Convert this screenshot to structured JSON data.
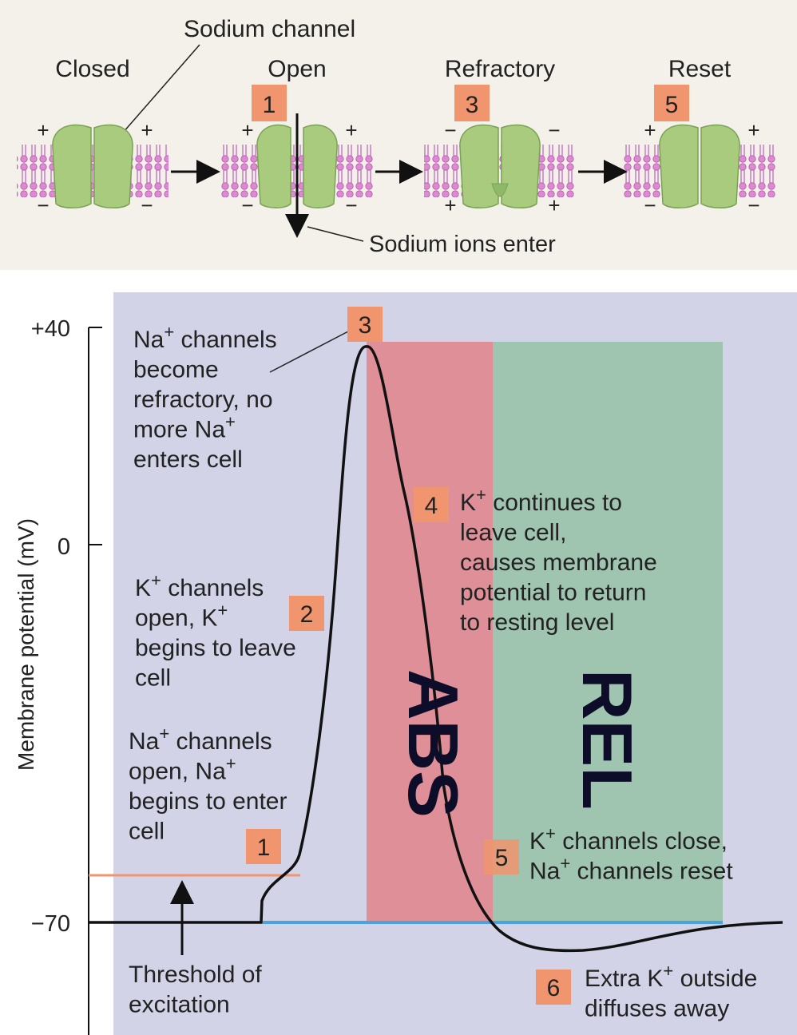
{
  "channel_panel": {
    "title": "Sodium channel",
    "stages": [
      {
        "label": "Closed",
        "badge": "",
        "top_left": "+",
        "top_right": "+",
        "bottom_left": "−",
        "bottom_right": "−"
      },
      {
        "label": "Open",
        "badge": "1",
        "top_left": "+",
        "top_right": "+",
        "bottom_left": "−",
        "bottom_right": "−"
      },
      {
        "label": "Refractory",
        "badge": "3",
        "top_left": "−",
        "top_right": "−",
        "bottom_left": "+",
        "bottom_right": "+"
      },
      {
        "label": "Reset",
        "badge": "5",
        "top_left": "+",
        "top_right": "+",
        "bottom_left": "−",
        "bottom_right": "−"
      }
    ],
    "ions_label": "Sodium ions enter"
  },
  "graph": {
    "ylabel": "Membrane potential (mV)",
    "ticks": [
      "+40",
      "0",
      "−70"
    ],
    "zones": {
      "abs": "ABS",
      "rel": "REL"
    },
    "annotations": {
      "a3": {
        "badge": "3",
        "lines": [
          "Na+ channels",
          "become",
          "refractory, no",
          "more Na+",
          "enters cell"
        ]
      },
      "a2": {
        "badge": "2",
        "lines": [
          "K+ channels",
          "open, K+",
          "begins to leave",
          "cell"
        ]
      },
      "a1": {
        "badge": "1",
        "lines": [
          "Na+ channels",
          "open, Na+",
          "begins to enter",
          "cell"
        ]
      },
      "a4": {
        "badge": "4",
        "lines": [
          "K+ continues to",
          "leave cell,",
          "causes membrane",
          "potential to return",
          "to resting level"
        ]
      },
      "a5": {
        "badge": "5",
        "lines": [
          "K+ channels close,",
          "Na+ channels reset"
        ]
      },
      "a6": {
        "badge": "6",
        "lines": [
          "Extra K+ outside",
          "diffuses away"
        ]
      },
      "threshold": {
        "lines": [
          "Threshold of",
          "excitation"
        ]
      }
    },
    "colors": {
      "background": "#d3d3e8",
      "abs": "#df8f97",
      "rel": "#9fc4b0",
      "badge": "#f0956e",
      "threshold_line": "#f0956e",
      "resting_line": "#4aa3df"
    }
  }
}
